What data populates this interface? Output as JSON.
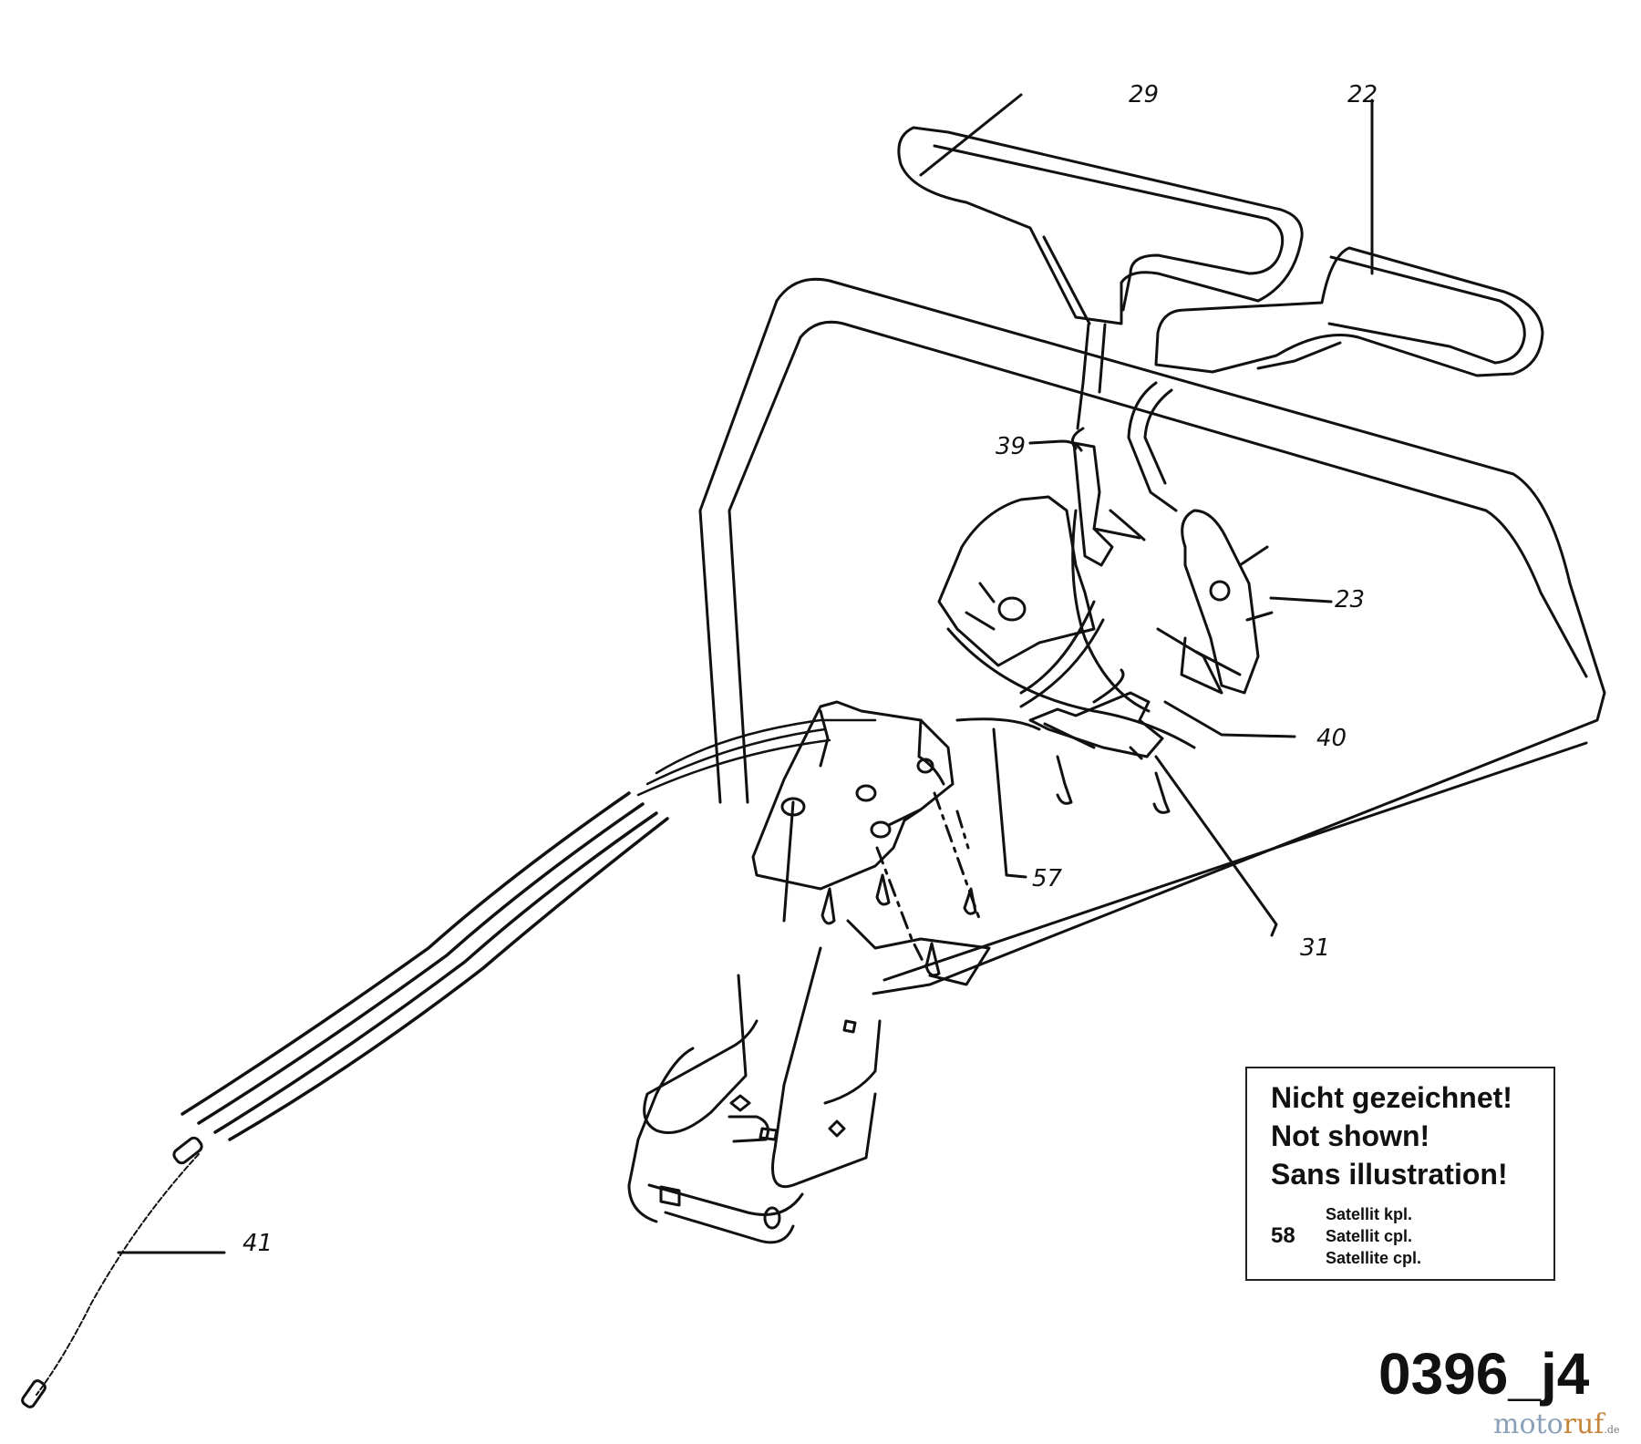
{
  "callouts": {
    "c29": "29",
    "c22": "22",
    "c39": "39",
    "c23": "23",
    "c40": "40",
    "c57": "57",
    "c31": "31",
    "c41": "41"
  },
  "note": {
    "line1": "Nicht gezeichnet!",
    "line2": "Not shown!",
    "line3": "Sans illustration!",
    "item_number": "58",
    "item_de": "Satellit kpl.",
    "item_en": "Satellit cpl.",
    "item_fr": "Satellite cpl."
  },
  "diagram_code": "0396_j4",
  "watermark": {
    "brand_part1": "moto",
    "brand_part2": "ruf",
    "tld": ".de"
  },
  "colors": {
    "line": "#111111",
    "watermark_blue": "#8aa0b8",
    "watermark_orange": "#c8863b"
  }
}
